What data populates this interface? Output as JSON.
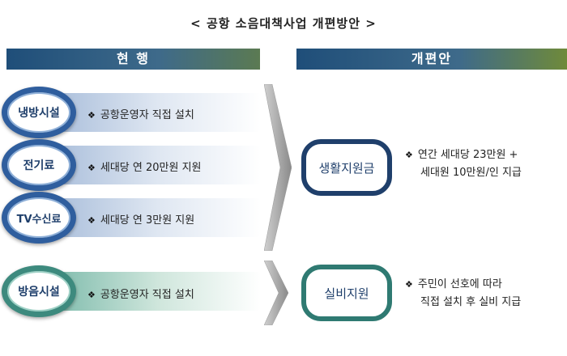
{
  "title": "<  공항  소음대책사업  개편방안  >",
  "headers": {
    "current": "현 행",
    "reform": "개편안"
  },
  "current_items": [
    {
      "label": "냉방시설",
      "desc": "공항운영자 직접 설치"
    },
    {
      "label": "전기료",
      "desc": "세대당 연 20만원 지원"
    },
    {
      "label": "TV수신료",
      "desc": "세대당 연 3만원 지원"
    },
    {
      "label": "방음시설",
      "desc": "공항운영자 직접 설치"
    }
  ],
  "reform_items": [
    {
      "label": "생활지원금",
      "line1": "연간 세대당 23만원 +",
      "line2": "세대원 10만원/인 지급"
    },
    {
      "label": "실비지원",
      "line1": "주민이 선호에 따라",
      "line2": "직접 설치 후 실비 지급"
    }
  ],
  "bullet_glyph": "❖",
  "colors": {
    "navy": "#1f3f6b",
    "blue": "#2f5e9e",
    "teal": "#3d8a7e",
    "header_start": "#1f4e79"
  }
}
